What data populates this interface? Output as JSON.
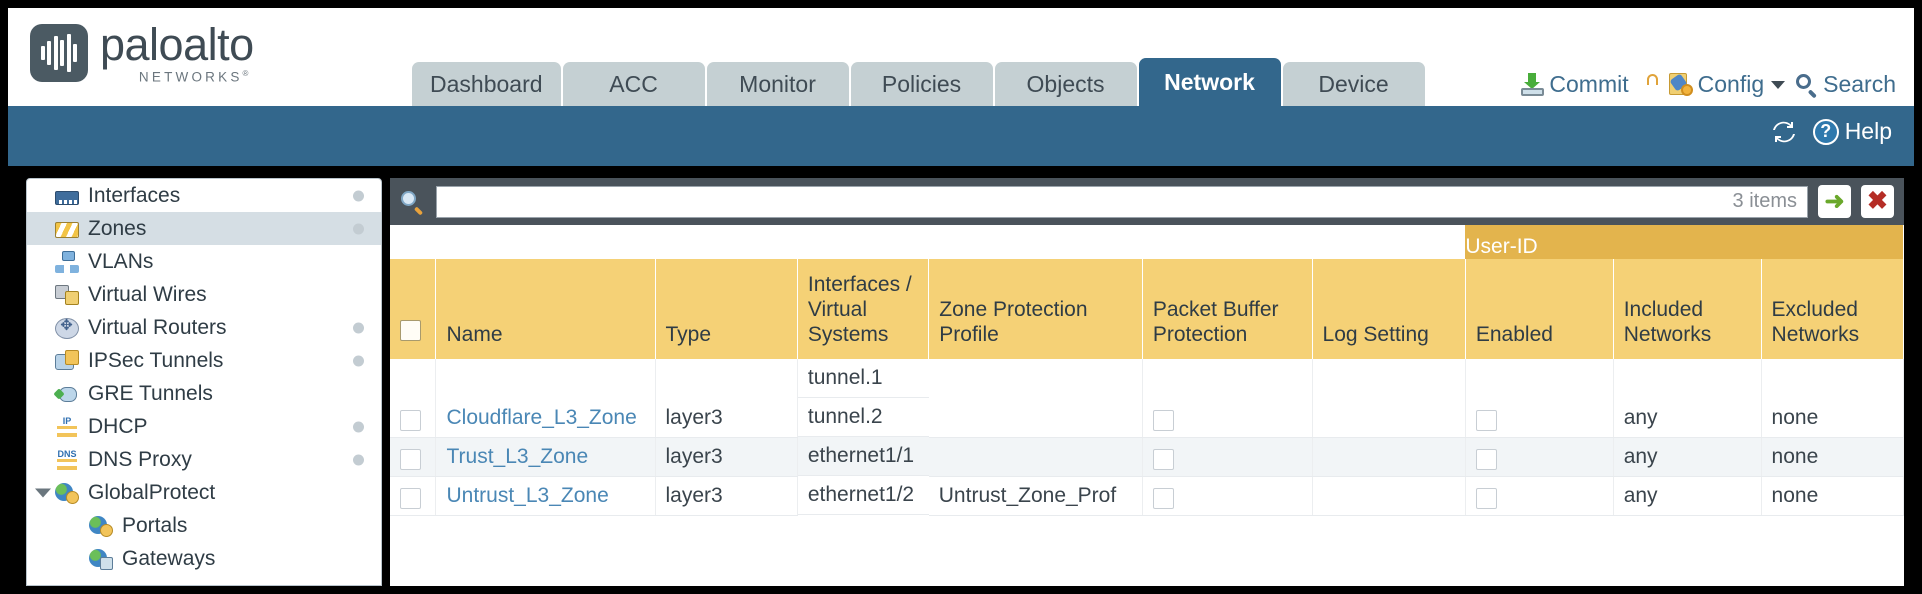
{
  "brand": {
    "name": "paloalto",
    "sub": "NETWORKS",
    "sup": "®"
  },
  "nav": {
    "tabs": [
      {
        "label": "Dashboard",
        "active": false
      },
      {
        "label": "ACC",
        "active": false
      },
      {
        "label": "Monitor",
        "active": false
      },
      {
        "label": "Policies",
        "active": false
      },
      {
        "label": "Objects",
        "active": false
      },
      {
        "label": "Network",
        "active": true
      },
      {
        "label": "Device",
        "active": false
      }
    ]
  },
  "toolbar": {
    "commit_label": "Commit",
    "config_label": "Config",
    "search_label": "Search"
  },
  "band": {
    "help_label": "Help"
  },
  "sidebar": {
    "items": [
      {
        "label": "Interfaces",
        "icon": "interfaces-icon",
        "selected": false,
        "dot": true,
        "child": false,
        "expander": false
      },
      {
        "label": "Zones",
        "icon": "zones-icon",
        "selected": true,
        "dot": true,
        "child": false,
        "expander": false
      },
      {
        "label": "VLANs",
        "icon": "vlans-icon",
        "selected": false,
        "dot": false,
        "child": false,
        "expander": false
      },
      {
        "label": "Virtual Wires",
        "icon": "virtual-wires-icon",
        "selected": false,
        "dot": false,
        "child": false,
        "expander": false
      },
      {
        "label": "Virtual Routers",
        "icon": "virtual-routers-icon",
        "selected": false,
        "dot": true,
        "child": false,
        "expander": false
      },
      {
        "label": "IPSec Tunnels",
        "icon": "ipsec-tunnels-icon",
        "selected": false,
        "dot": true,
        "child": false,
        "expander": false
      },
      {
        "label": "GRE Tunnels",
        "icon": "gre-tunnels-icon",
        "selected": false,
        "dot": false,
        "child": false,
        "expander": false
      },
      {
        "label": "DHCP",
        "icon": "dhcp-icon",
        "selected": false,
        "dot": true,
        "child": false,
        "expander": false
      },
      {
        "label": "DNS Proxy",
        "icon": "dns-proxy-icon",
        "selected": false,
        "dot": true,
        "child": false,
        "expander": false
      },
      {
        "label": "GlobalProtect",
        "icon": "globalprotect-icon",
        "selected": false,
        "dot": false,
        "child": false,
        "expander": true
      },
      {
        "label": "Portals",
        "icon": "portals-icon",
        "selected": false,
        "dot": false,
        "child": true,
        "expander": false
      },
      {
        "label": "Gateways",
        "icon": "gateways-icon",
        "selected": false,
        "dot": false,
        "child": true,
        "expander": false
      }
    ]
  },
  "filter": {
    "value": "",
    "placeholder": "",
    "count_label": "3 items",
    "apply_icon": "➜",
    "clear_icon": "✖"
  },
  "table": {
    "group_header": "User-ID",
    "columns": [
      "Name",
      "Type",
      "Interfaces / Virtual Systems",
      "Zone Protection Profile",
      "Packet Buffer Protection",
      "Log Setting",
      "Enabled",
      "Included Networks",
      "Excluded Networks"
    ],
    "rows": [
      {
        "name": "Cloudflare_L3_Zone",
        "type": "layer3",
        "interfaces": [
          "tunnel.1",
          "tunnel.2"
        ],
        "zone_protection_profile": "",
        "packet_buffer_protection": false,
        "log_setting": "",
        "userid_enabled": false,
        "included_networks": "any",
        "excluded_networks": "none"
      },
      {
        "name": "Trust_L3_Zone",
        "type": "layer3",
        "interfaces": [
          "ethernet1/1"
        ],
        "zone_protection_profile": "",
        "packet_buffer_protection": false,
        "log_setting": "",
        "userid_enabled": false,
        "included_networks": "any",
        "excluded_networks": "none"
      },
      {
        "name": "Untrust_L3_Zone",
        "type": "layer3",
        "interfaces": [
          "ethernet1/2"
        ],
        "zone_protection_profile": "Untrust_Zone_Prof",
        "packet_buffer_protection": false,
        "log_setting": "",
        "userid_enabled": false,
        "included_networks": "any",
        "excluded_networks": "none"
      }
    ]
  },
  "colors": {
    "brand_blue": "#33678c",
    "header_amber": "#f5d176",
    "group_amber": "#e3b44d",
    "link_blue": "#4a87b5",
    "filter_bar": "#4a535b"
  }
}
